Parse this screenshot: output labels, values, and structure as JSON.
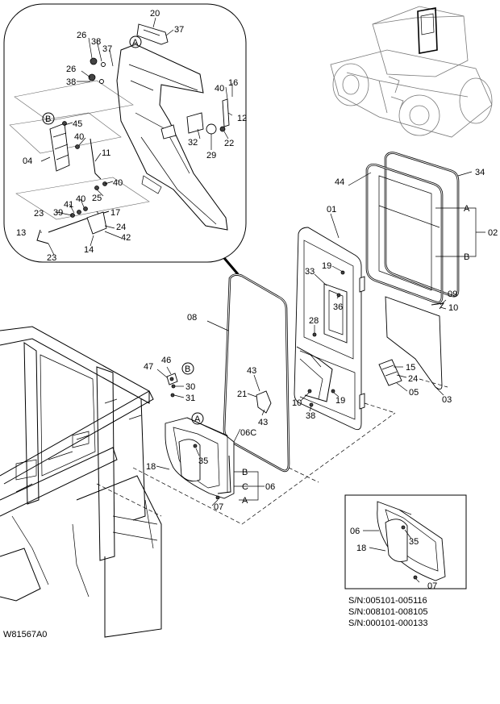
{
  "drawing_id": "W81567A0",
  "serial_numbers": [
    "S/N:005101-005116",
    "S/N:008101-008105",
    "S/N:000101-000133"
  ],
  "detail_refs": [
    "A",
    "B"
  ],
  "bracket_refs": {
    "glass_A": "A",
    "glass_B": "B",
    "seal_B": "B",
    "seal_C": "C",
    "seal_A": "A"
  },
  "callouts": {
    "inset_20": "20",
    "inset_37a": "37",
    "inset_26a": "26",
    "inset_38a": "38",
    "inset_37b": "37",
    "inset_26b": "26",
    "inset_38b": "38",
    "inset_40a": "40",
    "inset_16": "16",
    "inset_12": "12",
    "inset_45": "45",
    "inset_40b": "40",
    "inset_04": "04",
    "inset_11": "11",
    "inset_40c": "40",
    "inset_25": "25",
    "inset_32": "32",
    "inset_29": "29",
    "inset_22": "22",
    "inset_41": "41",
    "inset_40d": "40",
    "inset_39": "39",
    "inset_23a": "23",
    "inset_17": "17",
    "inset_13": "13",
    "inset_24": "24",
    "inset_42": "42",
    "inset_14": "14",
    "inset_23b": "23",
    "p34": "34",
    "p44": "44",
    "p01": "01",
    "p02": "02",
    "p19a": "19",
    "p33": "33",
    "p36": "36",
    "p09": "09",
    "p10a": "10",
    "p08": "08",
    "p28": "28",
    "p15": "15",
    "p24": "24",
    "p05": "05",
    "p03": "03",
    "p46": "46",
    "p47": "47",
    "p30": "30",
    "p31": "31",
    "p43a": "43",
    "p21": "21",
    "p43b": "43",
    "p10b": "10",
    "p38": "38",
    "p19b": "19",
    "p06c": "06C",
    "p35": "35",
    "p18": "18",
    "p06": "06",
    "p07": "07",
    "alt_06": "06",
    "alt_35": "35",
    "alt_18": "18",
    "alt_07": "07"
  }
}
